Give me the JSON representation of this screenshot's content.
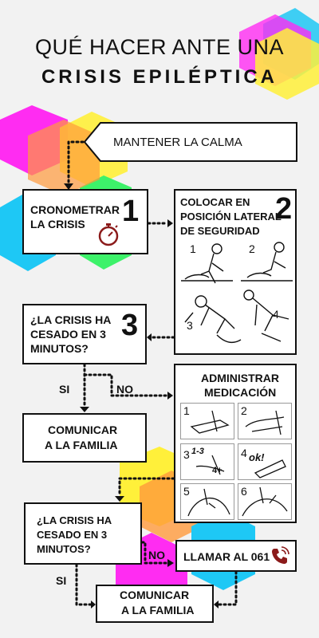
{
  "title": {
    "line1": "QUÉ HACER ANTE UNA",
    "line2": "CRISIS EPILÉPTICA"
  },
  "steps": {
    "calm": "MANTENER LA CALMA",
    "time_line1": "CRONOMETRAR",
    "time_line2": "LA CRISIS",
    "time_number": "1",
    "position_line1": "COLOCAR EN",
    "position_line2": "POSICIÓN LATERAL",
    "position_line3": "DE SEGURIDAD",
    "position_number": "2",
    "position_panels": [
      "1",
      "2",
      "3",
      "4"
    ],
    "q1_line1": "¿LA CRISIS HA",
    "q1_line2": "CESADO EN 3",
    "q1_line3": "MINUTOS?",
    "q1_number": "3",
    "yes": "SI",
    "no": "NO",
    "inform1_line1": "COMUNICAR",
    "inform1_line2": "A LA FAMILIA",
    "med_line1": "ADMINISTRAR",
    "med_line2": "MEDICACIÓN",
    "med_panels": [
      "1",
      "2",
      "3",
      "4",
      "5",
      "6"
    ],
    "med_panel3_text": "1-3",
    "med_panel3_sub": "4+",
    "med_panel4_text": "ok!",
    "q2_line1": "¿LA CRISIS HA",
    "q2_line2": "CESADO EN 3",
    "q2_line3": "MINUTOS?",
    "q2_no": "NO",
    "q2_yes": "SI",
    "call": "LLAMAR AL 061",
    "inform2_line1": "COMUNICAR",
    "inform2_line2": "A LA FAMILIA"
  },
  "icons": [
    "stopwatch-icon",
    "phone-icon"
  ],
  "colors": {
    "magenta": "#ff2cf2",
    "yellow": "#fff03a",
    "cyan": "#1ec8f5",
    "green": "#3df26a",
    "dark_red": "#8b1a1a"
  }
}
